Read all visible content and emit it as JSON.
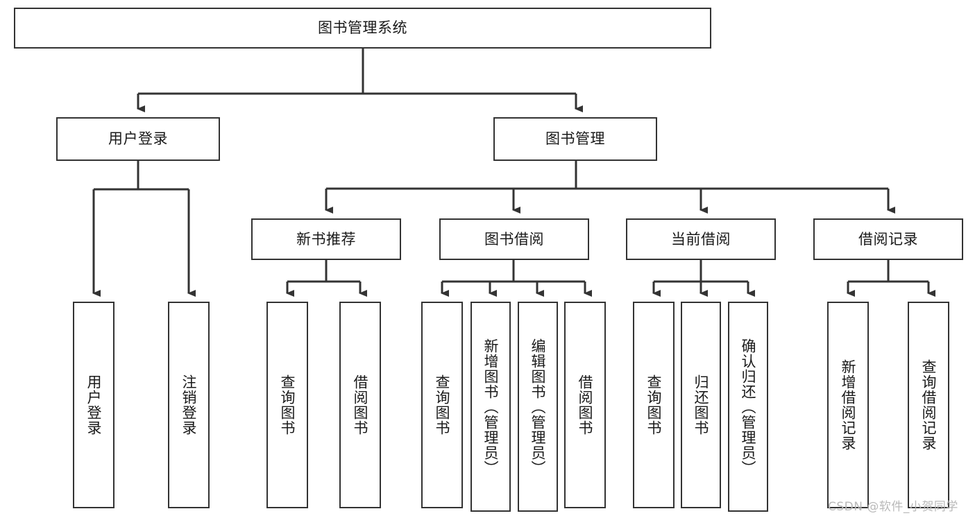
{
  "diagram": {
    "type": "tree",
    "title": "图书管理系统",
    "nodes": {
      "root": {
        "label": "图书管理系统"
      },
      "level2": [
        {
          "id": "user-login",
          "label": "用户登录"
        },
        {
          "id": "book-manage",
          "label": "图书管理"
        }
      ],
      "level3": [
        {
          "id": "new-book-recommend",
          "label": "新书推荐"
        },
        {
          "id": "book-borrow",
          "label": "图书借阅"
        },
        {
          "id": "current-borrow",
          "label": "当前借阅"
        },
        {
          "id": "borrow-record",
          "label": "借阅记录"
        }
      ],
      "leaves": {
        "user_login": [
          {
            "id": "leaf-user-login",
            "label": "用户登录"
          },
          {
            "id": "leaf-logout-login",
            "label": "注销登录"
          }
        ],
        "new_book_recommend": [
          {
            "id": "leaf-query-book-1",
            "label": "查询图书"
          },
          {
            "id": "leaf-borrow-book-1",
            "label": "借阅图书"
          }
        ],
        "book_borrow": [
          {
            "id": "leaf-query-book-2",
            "label": "查询图书"
          },
          {
            "id": "leaf-add-book-admin",
            "label": "新增图书（管理员）"
          },
          {
            "id": "leaf-edit-book-admin",
            "label": "编辑图书（管理员）"
          },
          {
            "id": "leaf-borrow-book-2",
            "label": "借阅图书"
          }
        ],
        "current_borrow": [
          {
            "id": "leaf-query-book-3",
            "label": "查询图书"
          },
          {
            "id": "leaf-return-book",
            "label": "归还图书"
          },
          {
            "id": "leaf-confirm-return-admin",
            "label": "确认归还（管理员）"
          }
        ],
        "borrow_record": [
          {
            "id": "leaf-add-borrow-record",
            "label": "新增借阅记录"
          },
          {
            "id": "leaf-query-borrow-record",
            "label": "查询借阅记录"
          }
        ]
      }
    },
    "colors": {
      "stroke": "#333333",
      "fill": "#ffffff",
      "text": "#1a1a1a",
      "watermark": "#b9b9b9"
    }
  },
  "watermark": {
    "text": "CSDN @软件_小贺同学"
  }
}
